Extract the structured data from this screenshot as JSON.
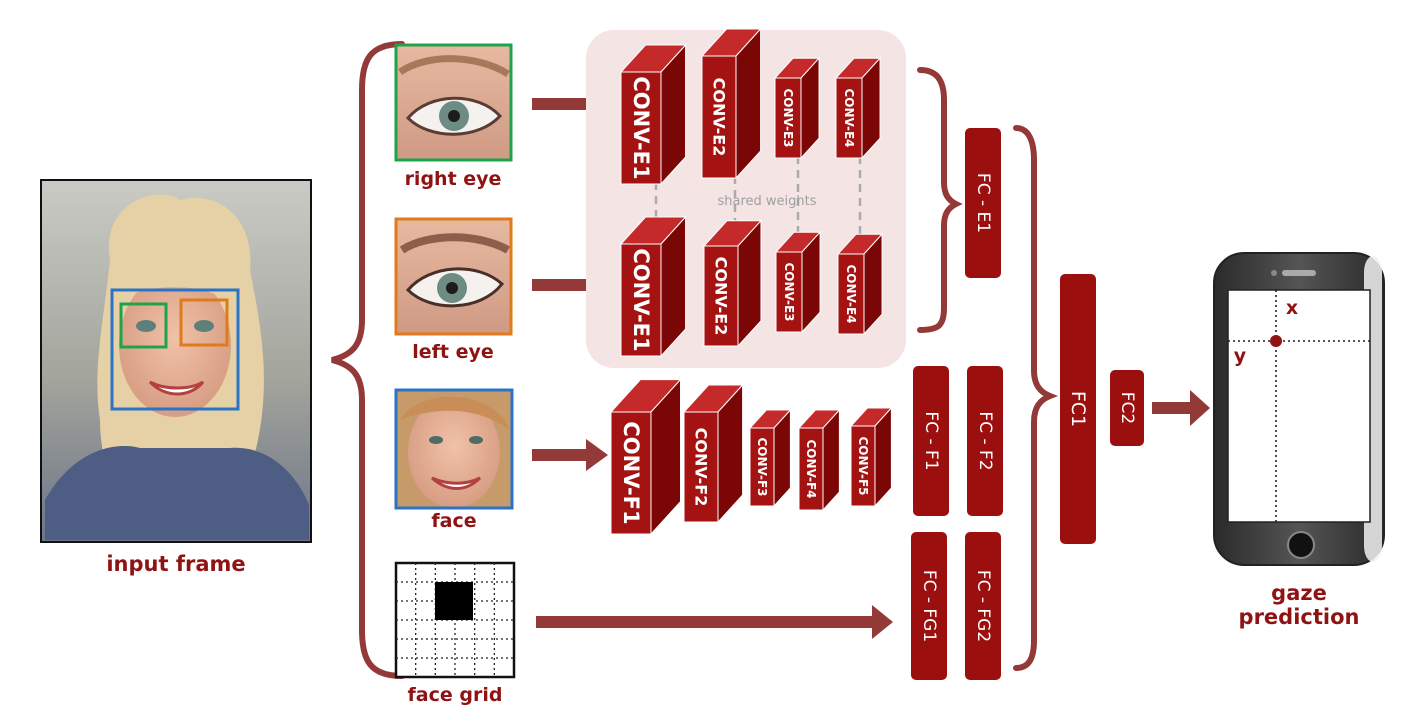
{
  "labels": {
    "input_frame": "input frame",
    "right_eye": "right eye",
    "left_eye": "left eye",
    "face": "face",
    "face_grid": "face grid",
    "shared_weights": "shared weights",
    "gaze_line1": "gaze",
    "gaze_line2": "prediction",
    "x": "x",
    "y": "y"
  },
  "layers": {
    "conv_e1": "CONV-E1",
    "conv_e2": "CONV-E2",
    "conv_e3": "CONV-E3",
    "conv_e4": "CONV-E4",
    "conv_f1": "CONV-F1",
    "conv_f2": "CONV-F2",
    "conv_f3": "CONV-F3",
    "conv_f4": "CONV-F4",
    "conv_f5": "CONV-F5",
    "fc_e1": "FC - E1",
    "fc_f1": "FC - F1",
    "fc_f2": "FC - F2",
    "fc_fg1": "FC - FG1",
    "fc_fg2": "FC - FG2",
    "fc1": "FC1",
    "fc2": "FC2"
  },
  "colors": {
    "dark_red": "#9b0f0f",
    "block_front": "#a51212",
    "block_top": "#c42a2a",
    "block_side": "#7a0606",
    "arrow": "#933a38",
    "shared_panel": "#f4e4e4",
    "green_box": "#1fa34a",
    "orange_box": "#e07a1a",
    "blue_box": "#2a74c8"
  }
}
